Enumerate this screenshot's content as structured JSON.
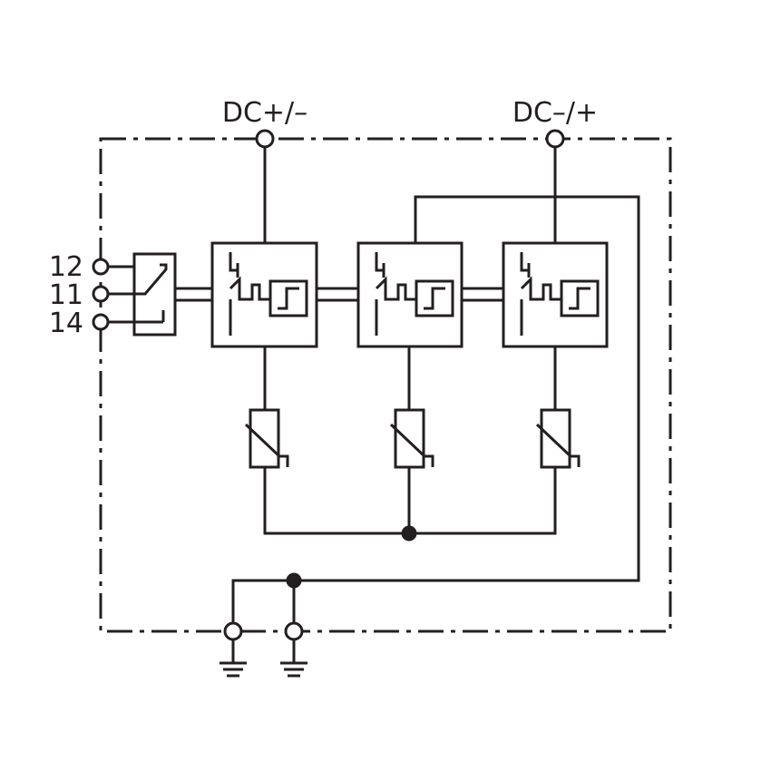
{
  "terminals": {
    "dc_left": "DC+/–",
    "dc_right": "DC–/+"
  },
  "signal_contacts": [
    "12",
    "11",
    "14"
  ],
  "colors": {
    "line": "#231f20",
    "background": "#ffffff"
  }
}
